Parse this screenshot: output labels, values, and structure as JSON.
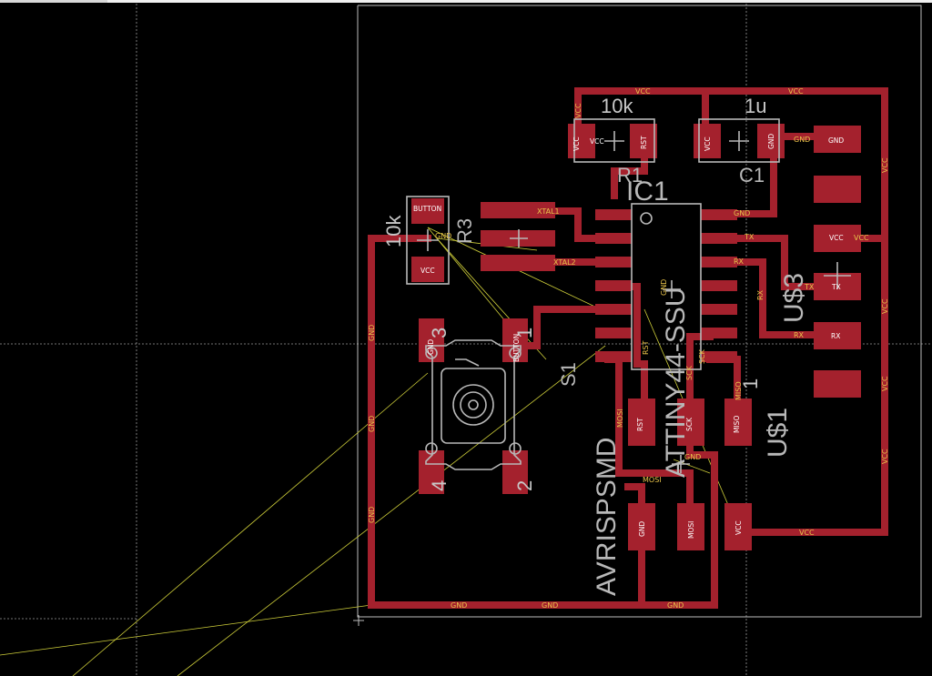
{
  "schematic": {
    "component_values": {
      "r1": "10k",
      "c1": "1u",
      "r3": "10k"
    },
    "reference_designators": {
      "r1": "R1",
      "c1": "C1",
      "r3": "R3",
      "ic1": "IC1",
      "s1": "S1",
      "u3": "U$3",
      "u1": "U$1"
    },
    "part_names": {
      "ic1": "ATTINY44-SSU",
      "isp": "AVRISPSMD"
    },
    "switch_pin_numbers": [
      "3",
      "1",
      "4",
      "2"
    ],
    "isp_pin_number": "1",
    "net_labels": {
      "vcc": "VCC",
      "gnd": "GND",
      "rst": "RST",
      "xtal1": "XTAL1",
      "xtal2": "XTAL2",
      "tx": "TX",
      "rx": "RX",
      "sck": "SCK",
      "miso": "MISO",
      "mosi": "MOSI",
      "button": "BUTTON"
    },
    "colors": {
      "copper": "#a4212d",
      "silkscreen": "#b8b8b8",
      "airwire": "#cfcf3a",
      "net_label": "#e8c34a",
      "background": "#000000"
    }
  }
}
